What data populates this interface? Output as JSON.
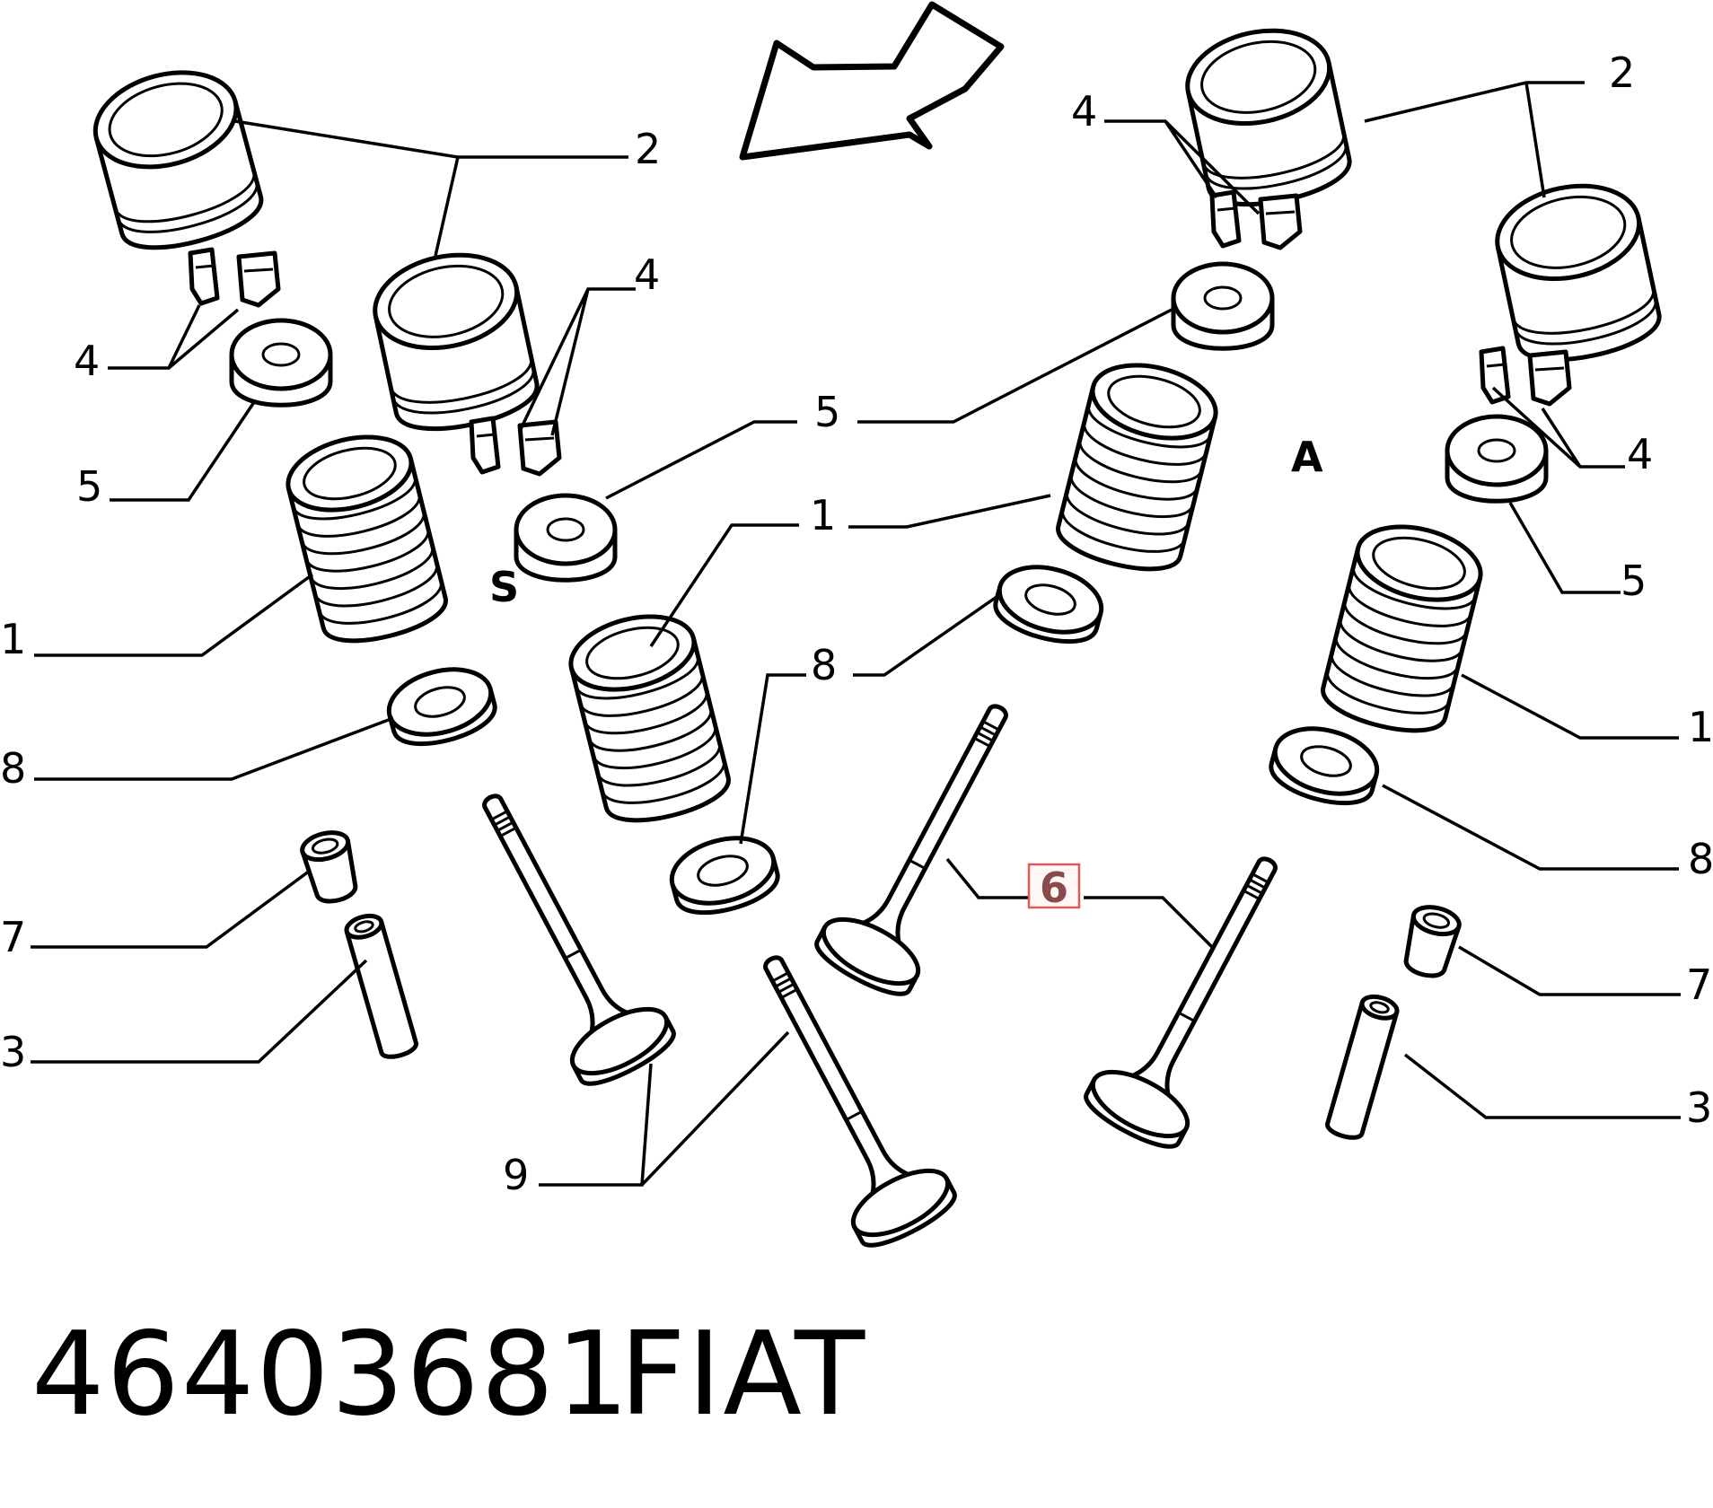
{
  "diagram": {
    "labels": {
      "n1": "1",
      "n2": "2",
      "n3": "3",
      "n4": "4",
      "n5": "5",
      "n6": "6",
      "n7": "7",
      "n8": "8",
      "n9": "9",
      "s": "S",
      "a": "A"
    },
    "part_number": "46403681",
    "brand": "FIAT",
    "highlight_label": "6",
    "colors": {
      "highlight_border": "#e05a5a",
      "highlight_text": "#8a4a4a",
      "line": "#000000"
    }
  }
}
